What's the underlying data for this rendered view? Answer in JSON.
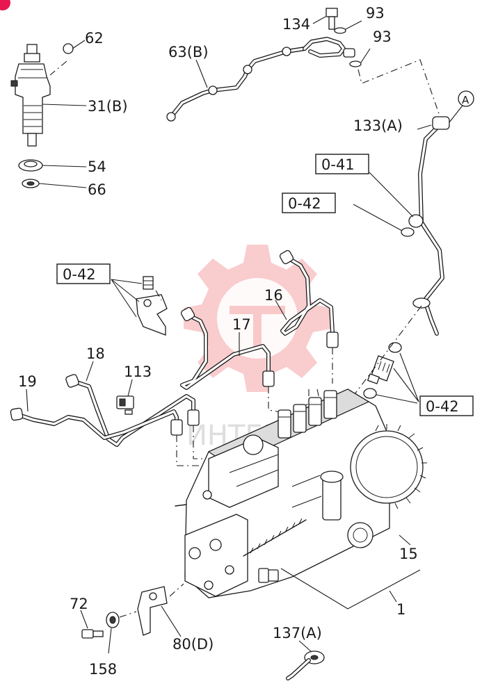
{
  "callouts": {
    "c62": "62",
    "c31b": "31(B)",
    "c54": "54",
    "c66": "66",
    "c63b": "63(B)",
    "c134": "134",
    "c93a": "93",
    "c93b": "93",
    "c133a": "133(A)",
    "cA": "A",
    "c041": "0-41",
    "c042a": "0-42",
    "c042b": "0-42",
    "c042c": "0-42",
    "c16": "16",
    "c17": "17",
    "c18": "18",
    "c19": "19",
    "c113": "113",
    "c15": "15",
    "c1": "1",
    "c72": "72",
    "c158": "158",
    "c80d": "80(D)",
    "c137a": "137(A)"
  },
  "watermark": {
    "color": "#e8474c",
    "text": "ИНТЕРК"
  },
  "badge_color": "#e8174f"
}
